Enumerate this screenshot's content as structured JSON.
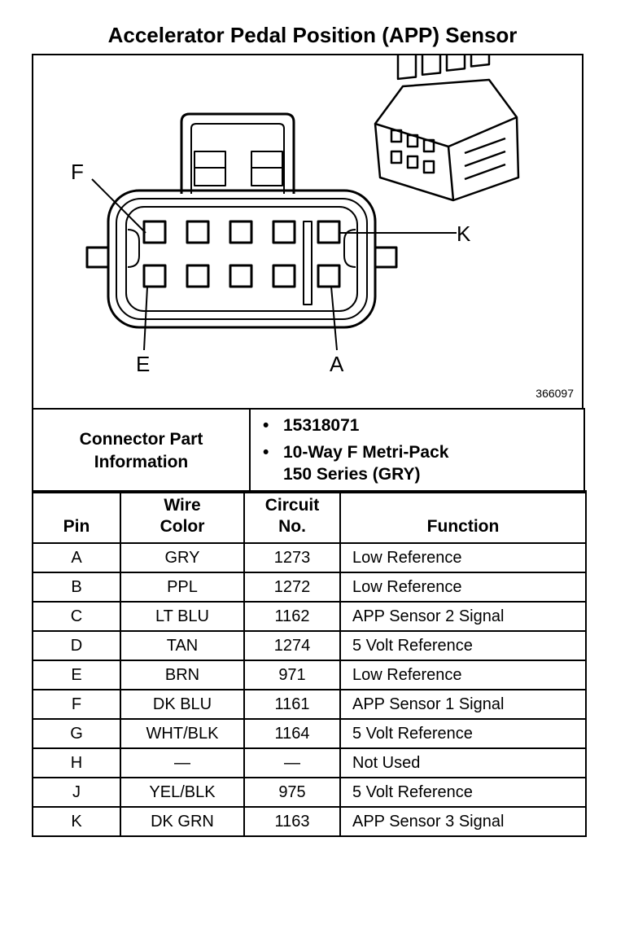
{
  "title": "Accelerator Pedal Position (APP) Sensor",
  "figure_number": "366097",
  "callouts": {
    "f": "F",
    "k": "K",
    "e": "E",
    "a": "A"
  },
  "connector_info": {
    "label_line1": "Connector Part",
    "label_line2": "Information",
    "part_number": "15318071",
    "type_line1": "10-Way F Metri-Pack",
    "type_line2": "150 Series (GRY)"
  },
  "table": {
    "headers": {
      "pin": "Pin",
      "wire_line1": "Wire",
      "wire_line2": "Color",
      "circuit_line1": "Circuit",
      "circuit_line2": "No.",
      "function": "Function"
    },
    "rows": [
      {
        "pin": "A",
        "color": "GRY",
        "circuit": "1273",
        "function": "Low Reference"
      },
      {
        "pin": "B",
        "color": "PPL",
        "circuit": "1272",
        "function": "Low Reference"
      },
      {
        "pin": "C",
        "color": "LT BLU",
        "circuit": "1162",
        "function": "APP Sensor 2 Signal"
      },
      {
        "pin": "D",
        "color": "TAN",
        "circuit": "1274",
        "function": "5 Volt Reference"
      },
      {
        "pin": "E",
        "color": "BRN",
        "circuit": "971",
        "function": "Low Reference"
      },
      {
        "pin": "F",
        "color": "DK BLU",
        "circuit": "1161",
        "function": "APP Sensor 1 Signal"
      },
      {
        "pin": "G",
        "color": "WHT/BLK",
        "circuit": "1164",
        "function": "5 Volt Reference"
      },
      {
        "pin": "H",
        "color": "—",
        "circuit": "—",
        "function": "Not Used"
      },
      {
        "pin": "J",
        "color": "YEL/BLK",
        "circuit": "975",
        "function": "5 Volt Reference"
      },
      {
        "pin": "K",
        "color": "DK GRN",
        "circuit": "1163",
        "function": "APP Sensor 3 Signal"
      }
    ]
  }
}
